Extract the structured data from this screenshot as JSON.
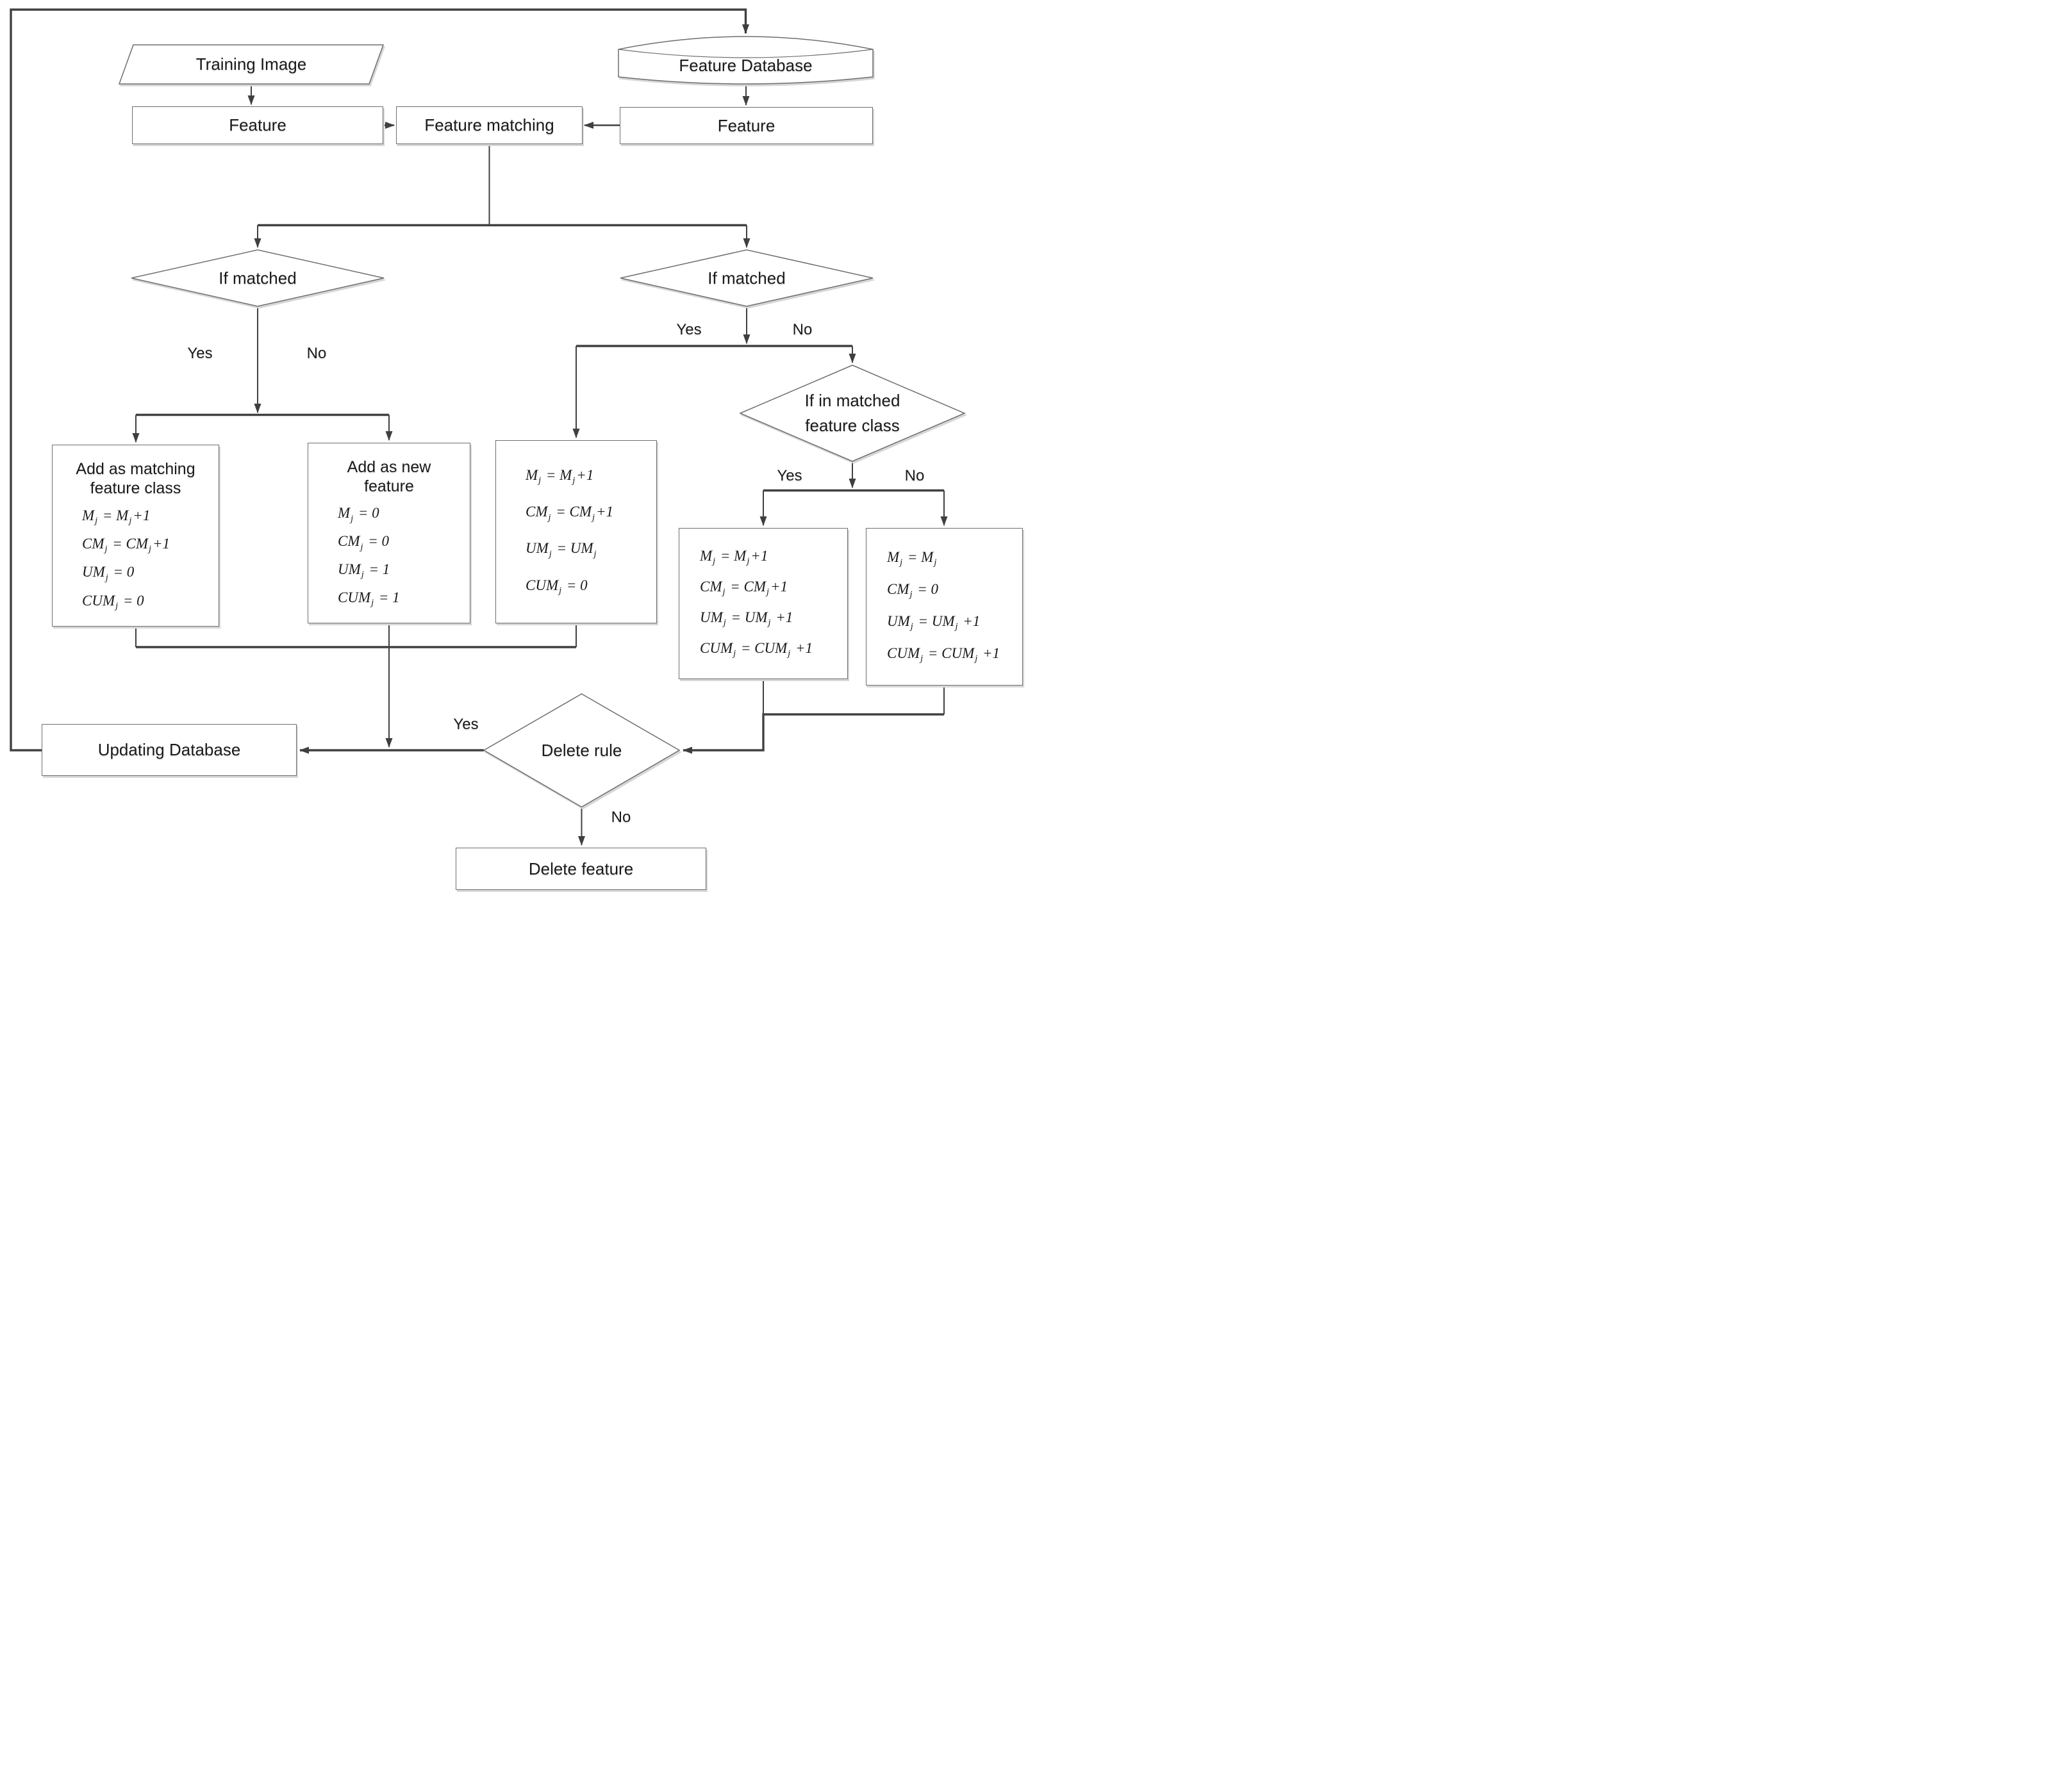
{
  "title": "Feature database training / updating flowchart",
  "colors": {
    "background": "#ffffff",
    "line": "#404040",
    "shape_border": "#6e6e6e",
    "shape_fill": "#ffffff",
    "shadow": "#d6d6d6",
    "text": "#1a1a1a"
  },
  "branch_labels": {
    "yes": "Yes",
    "no": "No"
  },
  "nodes": {
    "training_image": "Training Image",
    "feature_database": "Feature Database",
    "feature_from_image": "Feature",
    "feature_from_db": "Feature",
    "feature_matching": "Feature matching",
    "if_matched_left": "If matched",
    "if_matched_right": "If matched",
    "if_in_matched_class": "If in matched feature class",
    "updating_database": "Updating Database",
    "delete_rule": "Delete rule",
    "delete_feature": "Delete feature",
    "add_as_matching": {
      "title": "Add as matching feature class",
      "formulas": [
        "M_j = M_j+1",
        "CM_j = CM_j+1",
        "UM_j = 0",
        "CUM_j = 0"
      ]
    },
    "add_as_new": {
      "title": "Add as new feature",
      "formulas": [
        "M_j = 0",
        "CM_j = 0",
        "UM_j = 1",
        "CUM_j = 1"
      ]
    },
    "matched_counts": {
      "formulas": [
        "M_j = M_j+1",
        "CM_j = CM_j+1",
        "UM_j = UM_j",
        "CUM_j = 0"
      ]
    },
    "in_class_yes_counts": {
      "formulas": [
        "M_j = M_j+1",
        "CM_j = CM_j+1",
        "UM_j = UM_j +1",
        "CUM_j = CUM_j +1"
      ]
    },
    "in_class_no_counts": {
      "formulas": [
        "M_j = M_j",
        "CM_j = 0",
        "UM_j = UM_j +1",
        "CUM_j = CUM_j +1"
      ]
    }
  }
}
